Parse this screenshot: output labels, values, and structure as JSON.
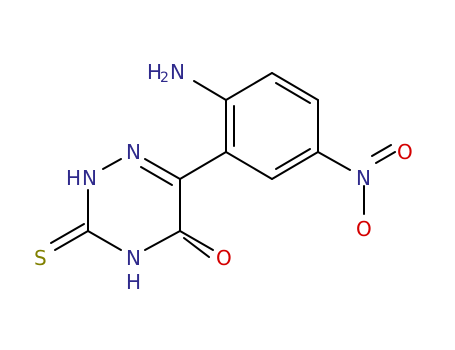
{
  "colors": {
    "bond": "#000000",
    "nitrogen": "#2f2a8c",
    "oxygen": "#d40000",
    "sulfur": "#808000",
    "background": "#ffffff"
  },
  "atoms": {
    "amine": {
      "main": "H",
      "sub": "2",
      "tail": "N"
    },
    "n_top": "N",
    "nh_left": {
      "h": "H",
      "n": "N"
    },
    "nh_bottom": {
      "n": "N",
      "h": "H"
    },
    "sulfur": "S",
    "carbonyl_o": "O",
    "nitro_n": "N",
    "nitro_o_top": "O",
    "nitro_o_bottom": "O"
  }
}
